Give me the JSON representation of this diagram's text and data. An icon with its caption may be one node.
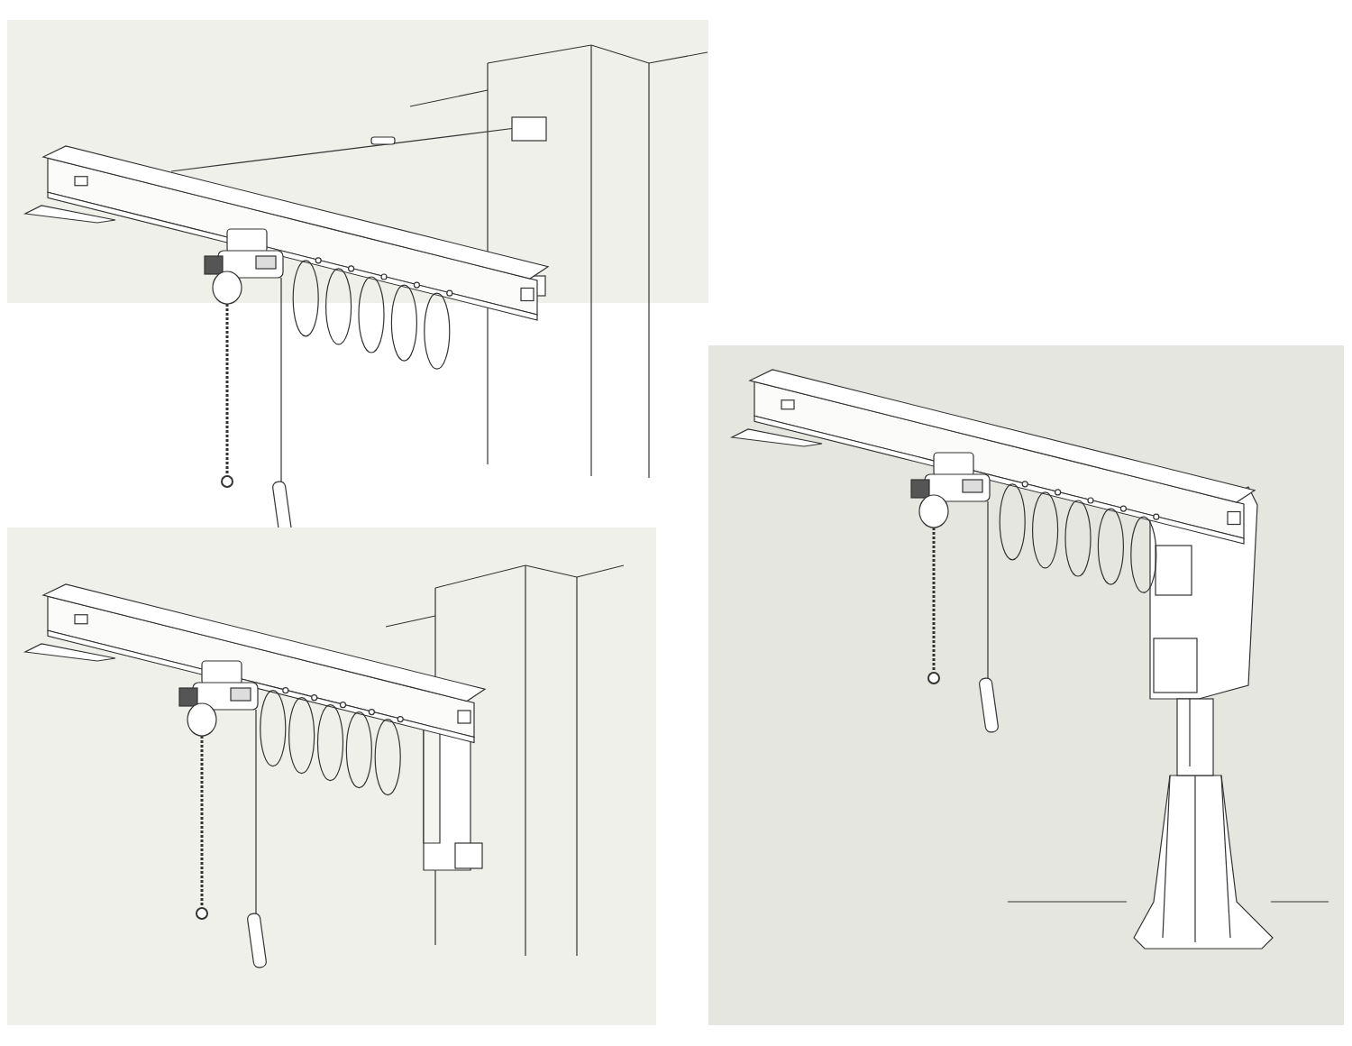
{
  "diagram": {
    "nodes": [
      {
        "text": [],
        "shape": "picture"
      },
      {
        "text": [],
        "shape": "picture"
      },
      {
        "text": [],
        "shape": "picture"
      }
    ]
  }
}
